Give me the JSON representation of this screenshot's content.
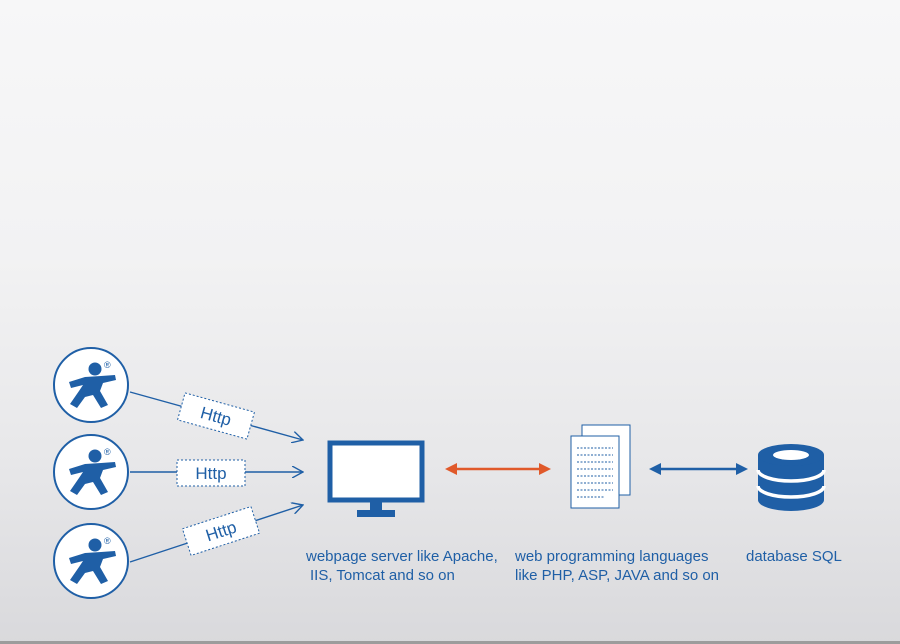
{
  "colors": {
    "primary": "#1f5fa6",
    "accent": "#e0592a",
    "circle": "#ffffff"
  },
  "clients": [
    {
      "icon": "person-icon",
      "mark": "®",
      "protocol": "Http"
    },
    {
      "icon": "person-icon",
      "mark": "®",
      "protocol": "Http"
    },
    {
      "icon": "person-icon",
      "mark": "®",
      "protocol": "Http"
    }
  ],
  "nodes": {
    "webserver": {
      "icon": "monitor-icon",
      "label": [
        "webpage server like Apache,",
        "IIS, Tomcat and so on"
      ]
    },
    "languages": {
      "icon": "documents-icon",
      "label": [
        "web programming languages",
        "like PHP, ASP, JAVA and so on"
      ]
    },
    "database": {
      "icon": "database-icon",
      "label": [
        "database SQL"
      ]
    }
  }
}
